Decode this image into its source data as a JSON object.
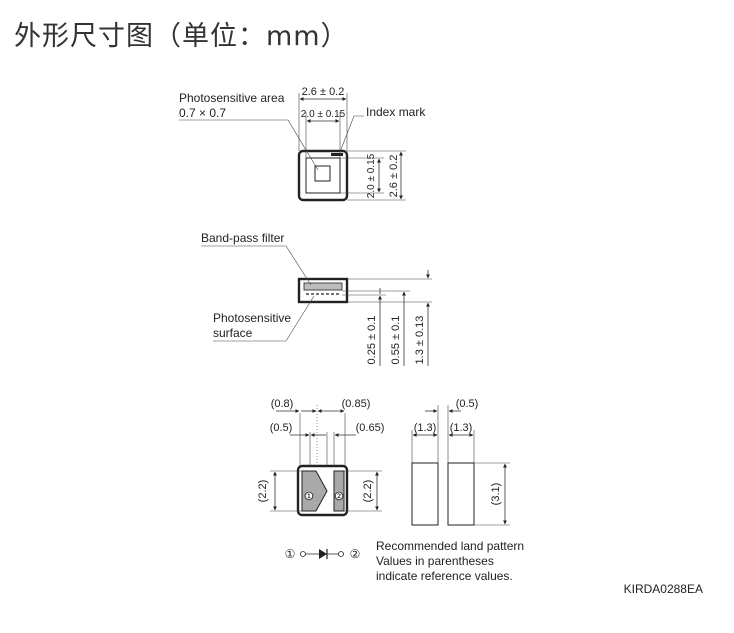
{
  "title": "外形尺寸图（单位：mm）",
  "top_view": {
    "photosensitive_area_label": "Photosensitive area",
    "photosensitive_area_size": "0.7 × 0.7",
    "index_mark_label": "Index mark",
    "dim_width_outer": "2.6 ± 0.2",
    "dim_width_inner": "2.0 ± 0.15",
    "dim_height_inner": "2.0 ± 0.15",
    "dim_height_outer": "2.6 ± 0.2"
  },
  "side_view": {
    "filter_label": "Band-pass filter",
    "surface_label_line1": "Photosensitive",
    "surface_label_line2": "surface",
    "dim_a": "0.25 ± 0.1",
    "dim_b": "0.55 ± 0.1",
    "dim_c": "1.3 ± 0.13"
  },
  "bottom_view": {
    "dim_08": "(0.8)",
    "dim_085": "(0.85)",
    "dim_05": "(0.5)",
    "dim_065": "(0.65)",
    "dim_22_left": "(2.2)",
    "dim_22_right": "(2.2)",
    "pad1": "①",
    "pad2": "②"
  },
  "land_pattern": {
    "dim_05": "(0.5)",
    "dim_13_left": "(1.3)",
    "dim_13_right": "(1.3)",
    "dim_31": "(3.1)"
  },
  "legend": {
    "pin1": "①",
    "pin2": "②",
    "note_line1": "Recommended land pattern",
    "note_line2": "Values in parentheses",
    "note_line3": "indicate reference values."
  },
  "drawing_code": "KIRDA0288EA"
}
